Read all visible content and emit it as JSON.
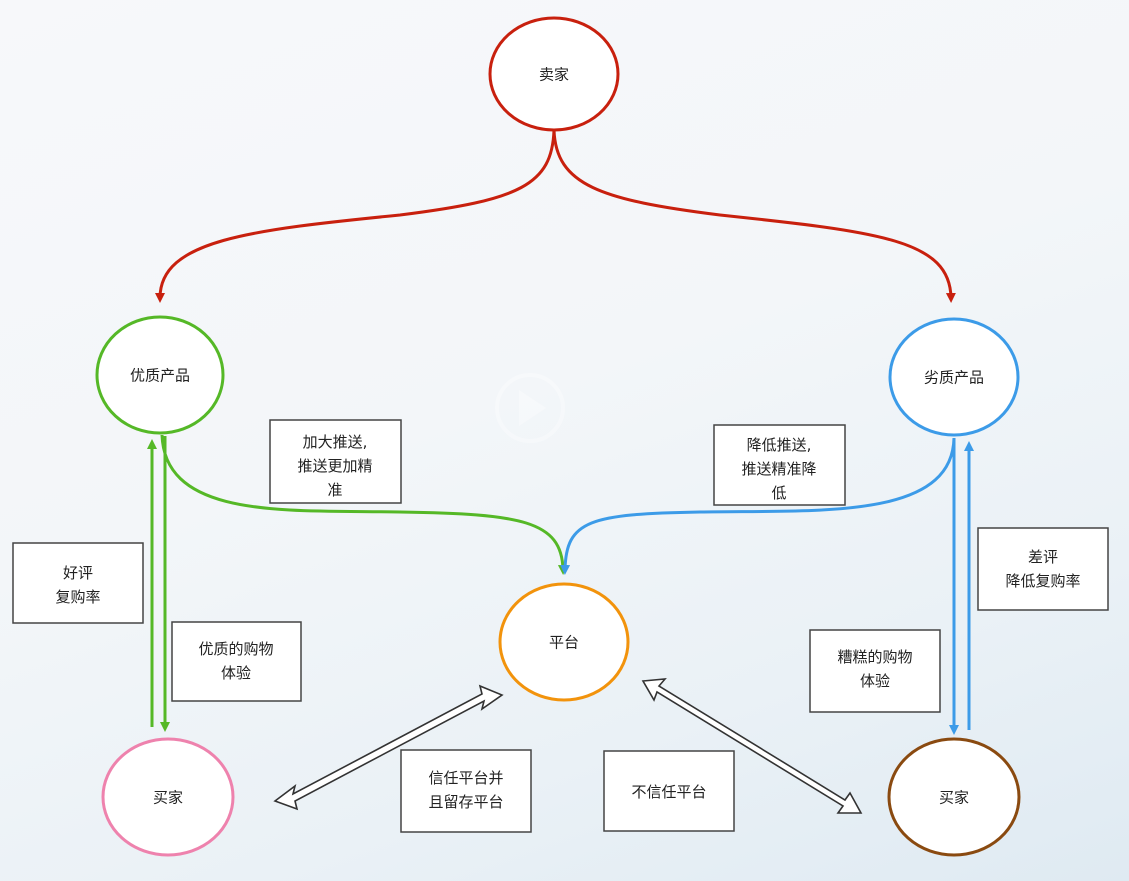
{
  "nodes": {
    "seller": "卖家",
    "quality_product": "优质产品",
    "poor_product": "劣质产品",
    "platform": "平台",
    "buyer_left": "买家",
    "buyer_right": "买家"
  },
  "labels": {
    "more_push": [
      "加大推送,",
      "推送更加精",
      "准"
    ],
    "less_push": [
      "降低推送,",
      "推送精准降",
      "低"
    ],
    "good_review": [
      "好评",
      "复购率"
    ],
    "good_experience": [
      "优质的购物",
      "体验"
    ],
    "bad_review": [
      "差评",
      "降低复购率"
    ],
    "bad_experience": [
      "糟糕的购物",
      "体验"
    ],
    "trust": [
      "信任平台并",
      "且留存平台"
    ],
    "distrust": [
      "不信任平台"
    ]
  },
  "colors": {
    "seller": "#c8200e",
    "quality": "#55b827",
    "poor": "#3c9be8",
    "platform": "#f2930c",
    "buyer_left": "#ee82ad",
    "buyer_right": "#8a4a10"
  }
}
